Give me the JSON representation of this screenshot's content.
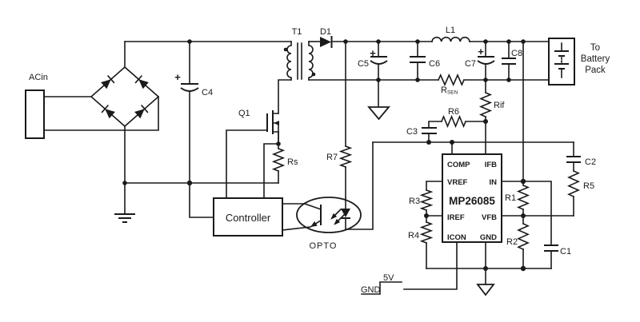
{
  "schematic": {
    "colors": {
      "line": "#1a1a1a",
      "background": "#ffffff"
    },
    "labels": {
      "acin": "ACin",
      "plus": "+",
      "c4": "C4",
      "t1": "T1",
      "d1": "D1",
      "q1": "Q1",
      "rs": "Rs",
      "r7": "R7",
      "controller": "Controller",
      "opto": "OPTO",
      "c5": "C5",
      "c6": "C6",
      "c7": "C7",
      "c8": "C8",
      "l1": "L1",
      "rsen_main": "R",
      "rsen_sub": "SEN",
      "rif": "Rif",
      "r6": "R6",
      "c3": "C3",
      "c2": "C2",
      "r5": "R5",
      "r1": "R1",
      "r2": "R2",
      "c1": "C1",
      "r3": "R3",
      "r4": "R4",
      "supply_5v": "5V",
      "supply_gnd": "GND"
    },
    "battery": {
      "line1": "To",
      "line2": "Battery",
      "line3": "Pack"
    },
    "ic": {
      "name": "MP26085",
      "pins": {
        "comp": "COMP",
        "ifb": "IFB",
        "vref": "VREF",
        "in": "IN",
        "iref": "IREF",
        "vfb": "VFB",
        "icon": "ICON",
        "gnd": "GND"
      }
    }
  }
}
